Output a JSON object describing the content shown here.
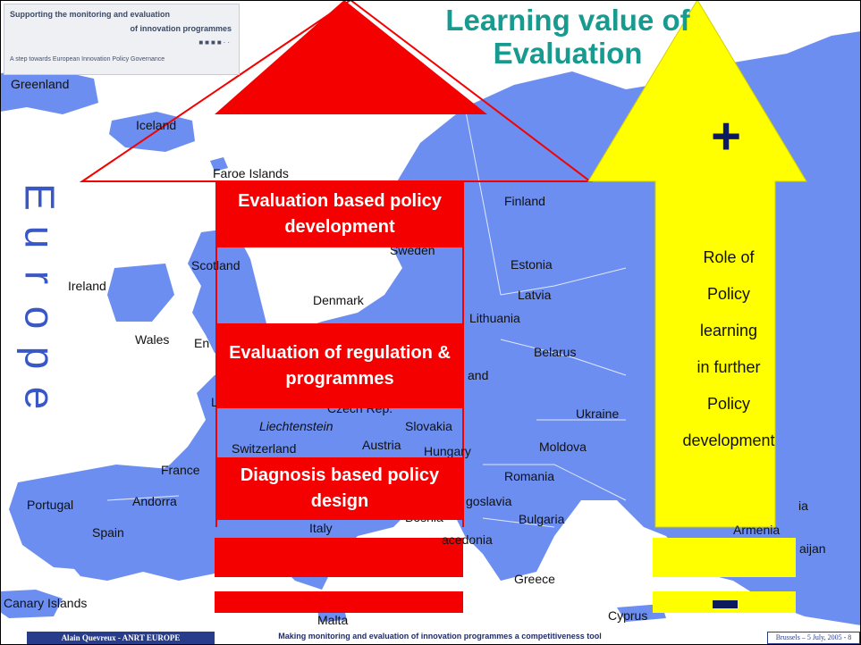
{
  "logo": {
    "line1": "Supporting the monitoring and evaluation",
    "line2": "of innovation programmes",
    "dots": "■■■■··",
    "line3": "A step towards European Innovation Policy Governance"
  },
  "europe_label": [
    "E",
    "u",
    "r",
    "o",
    "p",
    "e"
  ],
  "title": "Learning value of Evaluation",
  "boxes": {
    "top": "Evaluation based policy development",
    "middle": "Evaluation of regulation & programmes",
    "bottom": "Diagnosis based policy design"
  },
  "yellow": {
    "plus": "+",
    "lines": [
      "Role of",
      "Policy",
      "learning",
      "in further",
      "Policy",
      "development"
    ]
  },
  "map_labels": {
    "greenland": "Greenland",
    "iceland": "Iceland",
    "faroe": "Faroe Islands",
    "finland": "Finland",
    "sweden": "Sweden",
    "scotland": "Scotland",
    "estonia": "Estonia",
    "ireland": "Ireland",
    "denmark": "Denmark",
    "latvia": "Latvia",
    "lithuania": "Lithuania",
    "wales": "Wales",
    "england": "En",
    "belarus": "Belarus",
    "poland": "and",
    "luxembourg": "Lux",
    "czech": "Czech Rep.",
    "liechtenstein": "Liechtenstein",
    "slovakia": "Slovakia",
    "ukraine": "Ukraine",
    "switzerland": "Switzerland",
    "austria": "Austria",
    "hungary": "Hungary",
    "moldova": "Moldova",
    "france": "France",
    "romania": "Romania",
    "portugal": "Portugal",
    "andorra": "Andorra",
    "yugoslavia": "goslavia",
    "bulgaria": "Bulgaria",
    "spain": "Spain",
    "italy": "Italy",
    "bosnia": "Bosnia",
    "macedonia": "acedonia",
    "armenia": "Armenia",
    "azerbaijan": "aijan",
    "georgia": "ia",
    "greece": "Greece",
    "canary": "Canary Islands",
    "malta": "Malta",
    "cyprus": "Cyprus"
  },
  "footer": {
    "left": "Alain Quevreux - ANRT EUROPE",
    "middle": "Making  monitoring and evaluation of innovation programmes a competitiveness tool",
    "right": "Brussels – 5 July, 2005 - 8"
  },
  "colors": {
    "map_land": "#6b8ef0",
    "arrow_red": "#f50000",
    "arrow_yellow": "#ffff00",
    "title_teal": "#179a8f",
    "europe_blue": "#3a57c6"
  }
}
